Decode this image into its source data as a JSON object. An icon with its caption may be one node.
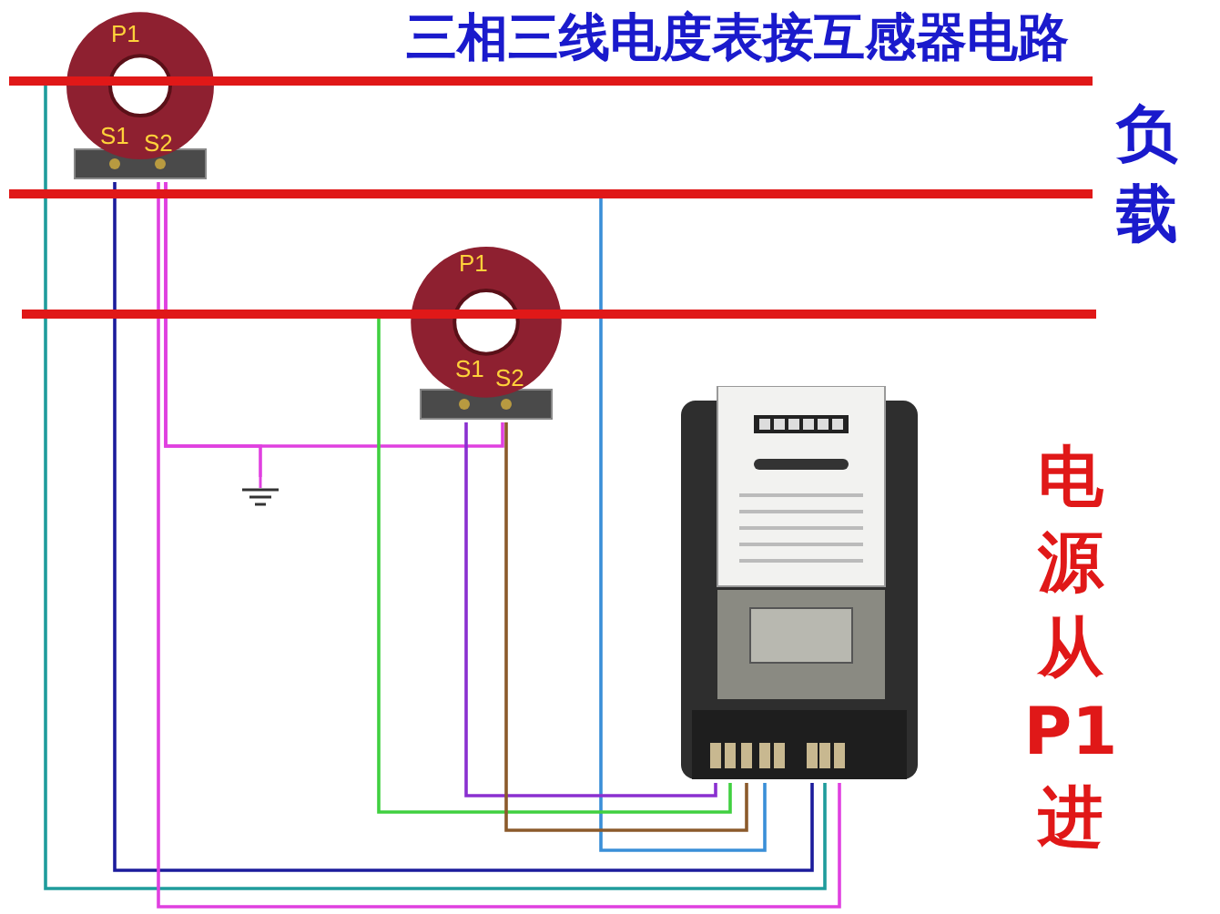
{
  "diagram": {
    "title": "三相三线电度表接互感器电路",
    "nodes": [
      {
        "text": [
          "P1",
          "S1",
          "S2"
        ]
      },
      {
        "text": [],
        "shape": "bar"
      },
      {
        "text": [],
        "shape": "bar"
      },
      {
        "text": [
          "P1",
          "S1",
          "S2"
        ]
      },
      {
        "text": [],
        "shape": "bar"
      },
      {
        "text": [],
        "shape": "ground"
      },
      {
        "text": [],
        "shape": "picture"
      }
    ],
    "edges": [
      {
        "from": 1,
        "to": 6,
        "arrow": "none",
        "color": "#1f9c9c"
      },
      {
        "from": 0,
        "to": 6,
        "arrow": "none",
        "color": "#1c1c9c"
      },
      {
        "from": 0,
        "to": 6,
        "arrow": "none",
        "color": "#e040e0"
      },
      {
        "from": 0,
        "to": 3,
        "arrow": "none",
        "color": "#e040e0"
      },
      {
        "from": 0,
        "to": 5,
        "arrow": "none",
        "color": "#e040e0"
      },
      {
        "from": 2,
        "to": 6,
        "arrow": "none",
        "color": "#3a8fd8"
      },
      {
        "from": 4,
        "to": 6,
        "arrow": "none",
        "color": "#40d040"
      },
      {
        "from": 3,
        "to": 6,
        "arrow": "none",
        "color": "#8a30d0"
      },
      {
        "from": 3,
        "to": 6,
        "arrow": "none",
        "color": "#8b5a2b"
      }
    ],
    "labels": [
      "负载",
      "电源从P1进"
    ]
  }
}
